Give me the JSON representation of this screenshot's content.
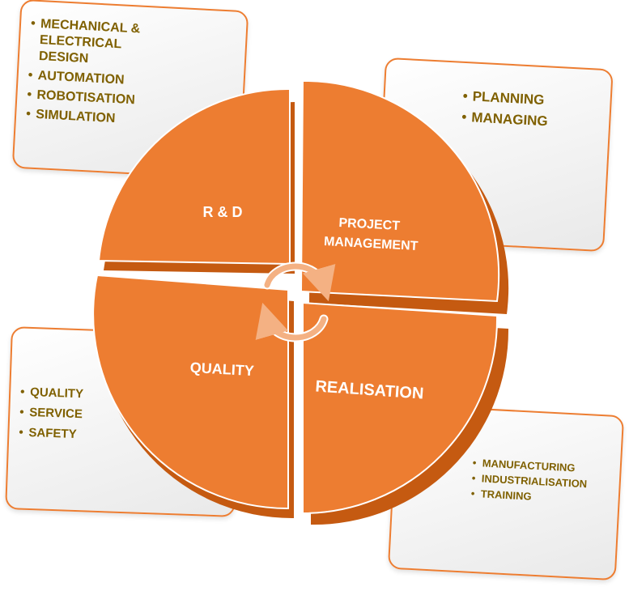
{
  "wheel": {
    "quadrants": [
      {
        "label": "R & D"
      },
      {
        "label_line1": "PROJECT",
        "label_line2": "MANAGEMENT"
      },
      {
        "label": "QUALITY"
      },
      {
        "label": "REALISATION"
      }
    ]
  },
  "panels": {
    "rd": {
      "items": [
        "MECHANICAL &",
        "ELECTRICAL",
        "DESIGN",
        "AUTOMATION",
        "ROBOTISATION",
        "SIMULATION"
      ]
    },
    "pm": {
      "items": [
        "PLANNING",
        "MANAGING"
      ]
    },
    "quality": {
      "items": [
        "QUALITY",
        "SERVICE",
        "SAFETY"
      ]
    },
    "realisation": {
      "items": [
        "MANUFACTURING",
        "INDUSTRIALISATION",
        "TRAINING"
      ]
    }
  },
  "colors": {
    "accent": "#ed7d31",
    "accent_dark": "#c55a11",
    "text_olive": "#7f6000",
    "arrow": "#f4b183"
  }
}
